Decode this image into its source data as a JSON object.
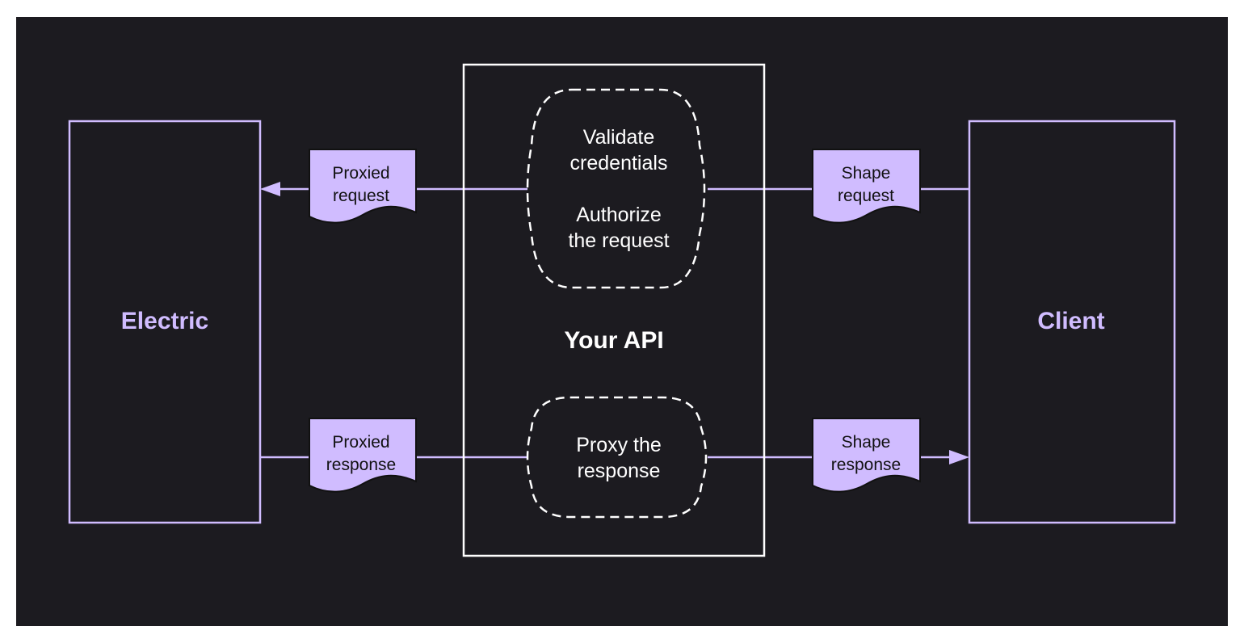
{
  "colors": {
    "background": "#1c1b20",
    "accent": "#d0bcff",
    "white": "#ffffff",
    "doc_text": "#111111"
  },
  "nodes": {
    "electric": {
      "label": "Electric"
    },
    "client": {
      "label": "Client"
    },
    "api": {
      "label": "Your API"
    }
  },
  "steps": {
    "validate": {
      "line1": "Validate",
      "line2": "credentials",
      "line3": "Authorize",
      "line4": "the request"
    },
    "proxy": {
      "line1": "Proxy the",
      "line2": "response"
    }
  },
  "documents": {
    "proxied_request": {
      "line1": "Proxied",
      "line2": "request"
    },
    "shape_request": {
      "line1": "Shape",
      "line2": "request"
    },
    "proxied_response": {
      "line1": "Proxied",
      "line2": "response"
    },
    "shape_response": {
      "line1": "Shape",
      "line2": "response"
    }
  }
}
